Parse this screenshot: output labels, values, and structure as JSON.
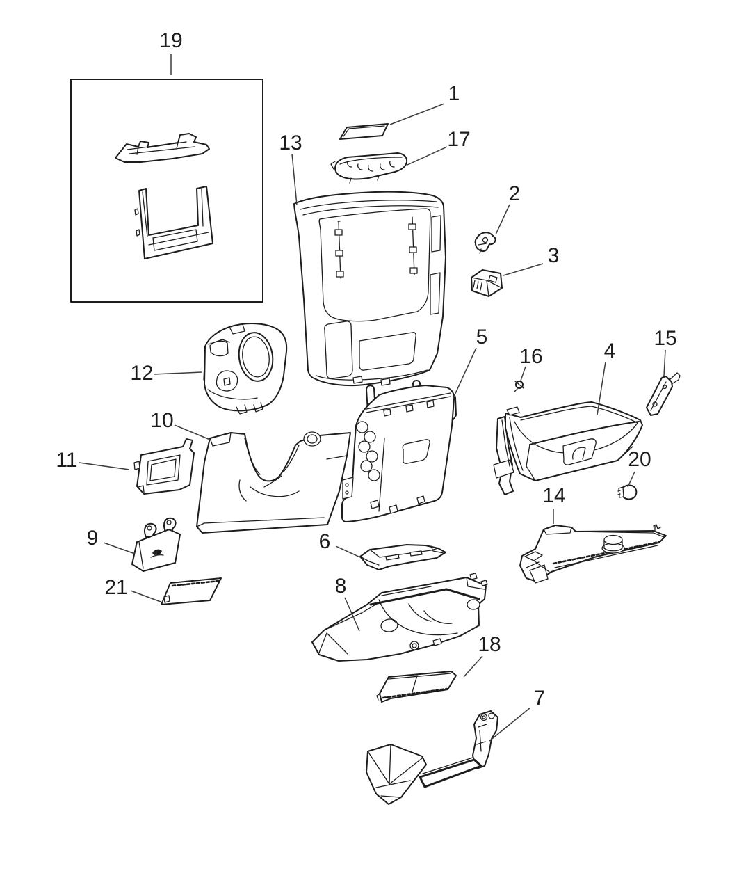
{
  "diagram": {
    "background_color": "#ffffff",
    "line_color": "#1d1d1d",
    "leader_color": "#3c3c3c"
  },
  "callouts": [
    {
      "label": "1"
    },
    {
      "label": "2"
    },
    {
      "label": "3"
    },
    {
      "label": "4"
    },
    {
      "label": "5"
    },
    {
      "label": "6"
    },
    {
      "label": "7"
    },
    {
      "label": "8"
    },
    {
      "label": "9"
    },
    {
      "label": "10"
    },
    {
      "label": "11"
    },
    {
      "label": "12"
    },
    {
      "label": "13"
    },
    {
      "label": "14"
    },
    {
      "label": "15"
    },
    {
      "label": "16"
    },
    {
      "label": "17"
    },
    {
      "label": "18"
    },
    {
      "label": "19"
    },
    {
      "label": "20"
    },
    {
      "label": "21"
    }
  ]
}
